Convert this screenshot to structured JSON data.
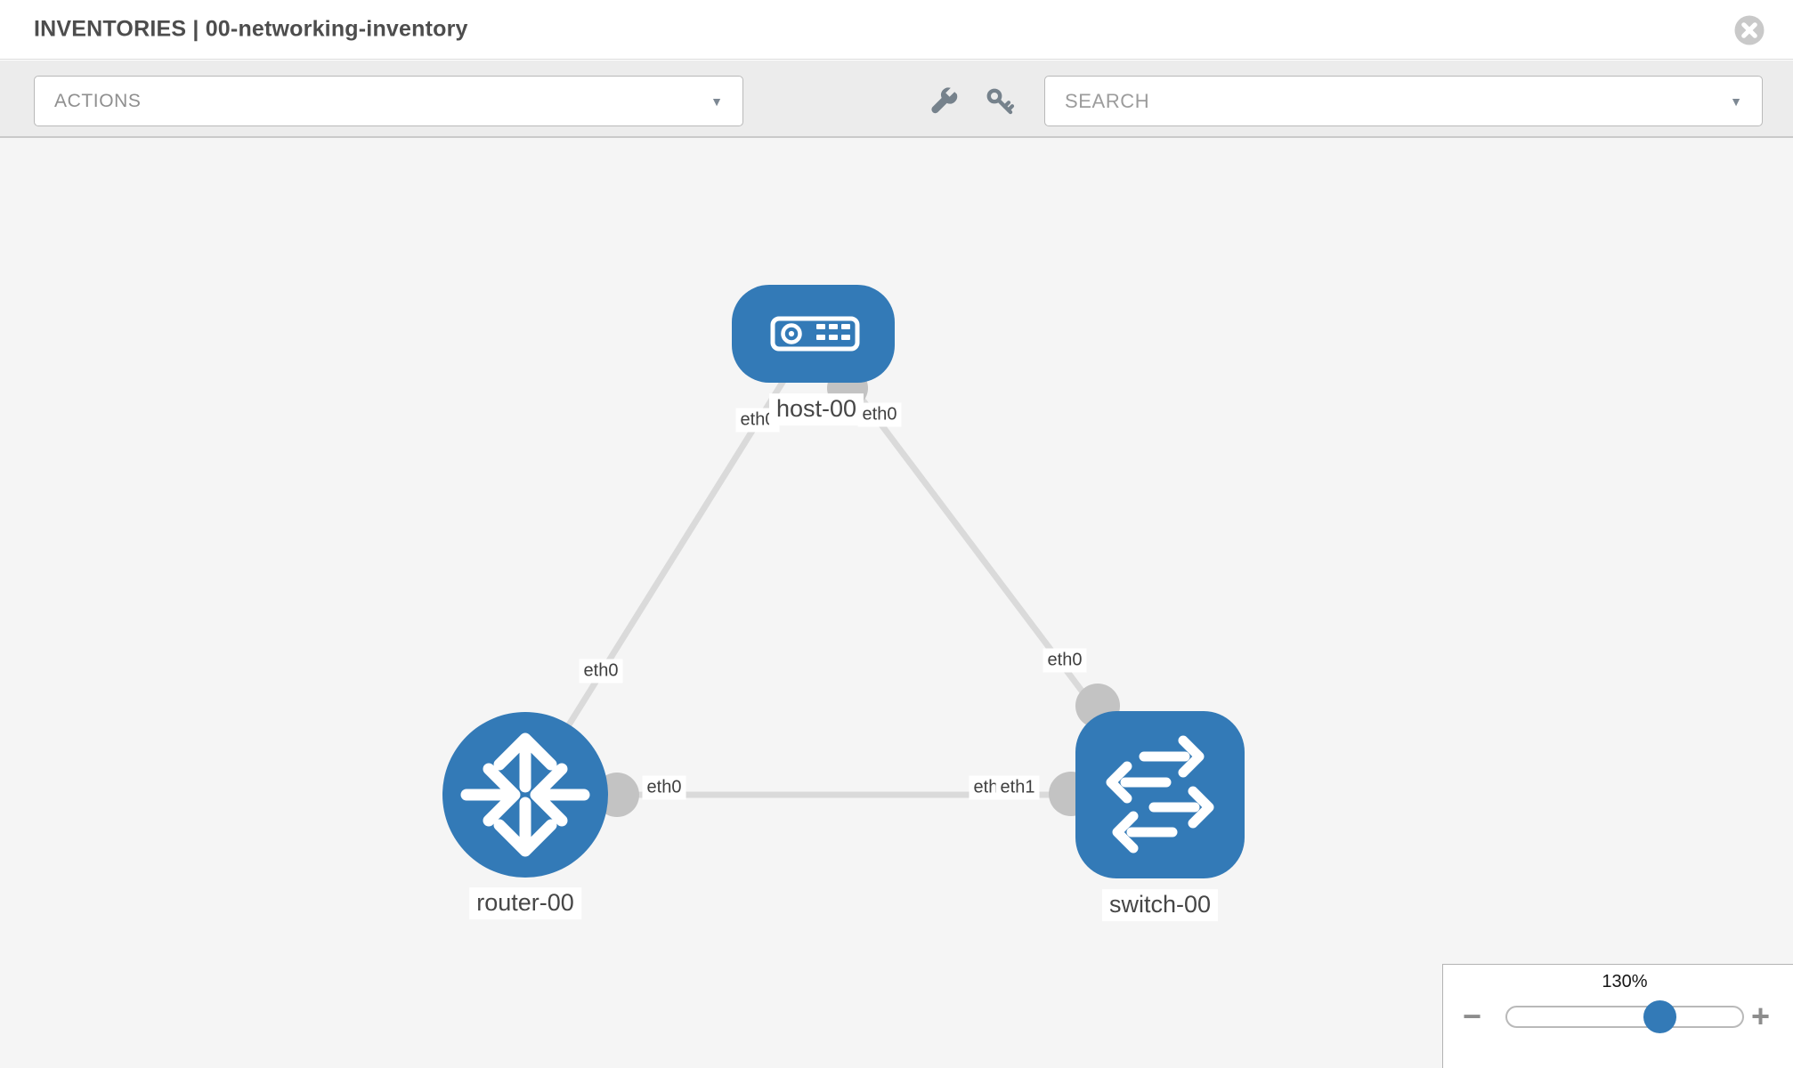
{
  "header": {
    "title": "INVENTORIES | 00-networking-inventory"
  },
  "toolbar": {
    "actions_label": "ACTIONS",
    "search_label": "SEARCH",
    "caret_glyph": "▼"
  },
  "icons": {
    "close": "circle-x-icon",
    "wrench": "wrench-icon",
    "key": "key-icon"
  },
  "topology": {
    "nodes": [
      {
        "id": "host-00",
        "type": "host",
        "label": "host-00"
      },
      {
        "id": "router-00",
        "type": "router",
        "label": "router-00"
      },
      {
        "id": "switch-00",
        "type": "switch",
        "label": "switch-00"
      }
    ],
    "links": [
      {
        "from": "host-00",
        "from_interface": "eth0",
        "to": "router-00",
        "to_interface": "eth0"
      },
      {
        "from": "host-00",
        "from_interface": "eth0",
        "to": "switch-00",
        "to_interface": "eth0"
      },
      {
        "from": "router-00",
        "from_interface": "eth0",
        "to": "switch-00",
        "to_interface": "eth1"
      }
    ],
    "chips": {
      "host_left": "eth0",
      "host_right": "eth0",
      "host_router_mid": "eth0",
      "host_switch_mid": "eth0",
      "router_switch_router_end": "eth0",
      "router_switch_switch_end_back": "eth1",
      "router_switch_switch_end_front": "eth1"
    }
  },
  "zoom_control": {
    "percent_label": "130%",
    "value": 130,
    "minus_glyph": "−",
    "plus_glyph": "+"
  },
  "colors": {
    "node_blue": "#337ab7",
    "link_gray": "#dadada",
    "port_gray": "#c3c3c3",
    "canvas_bg": "#f5f5f5"
  }
}
